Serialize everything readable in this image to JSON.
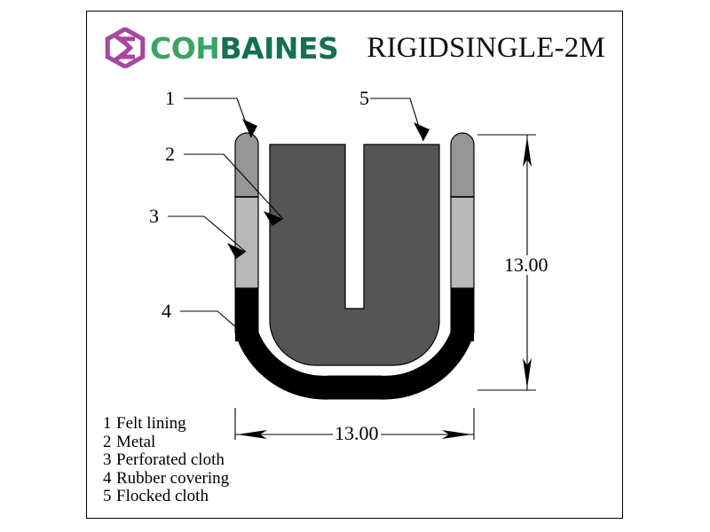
{
  "brand": {
    "mark_icon": "hexagon-interlock-logo-icon",
    "word_part1": "COH",
    "word_part2": "BAINES",
    "color_mark": "#a8479e",
    "color_part1": "#3aa563",
    "color_part2": "#14704f"
  },
  "title": "RIGIDSINGLE-2M",
  "dimensions": {
    "vertical": "13.00",
    "horizontal": "13.00"
  },
  "callouts": [
    {
      "number": "1",
      "target": "felt-lining"
    },
    {
      "number": "2",
      "target": "metal"
    },
    {
      "number": "3",
      "target": "perforated-cloth"
    },
    {
      "number": "4",
      "target": "rubber-covering"
    },
    {
      "number": "5",
      "target": "flocked-cloth"
    }
  ],
  "legend": [
    {
      "index": "1",
      "label": "Felt lining"
    },
    {
      "index": "2",
      "label": "Metal"
    },
    {
      "index": "3",
      "label": "Perforated cloth"
    },
    {
      "index": "4",
      "label": "Rubber covering"
    },
    {
      "index": "5",
      "label": "Flocked cloth"
    }
  ],
  "materials": {
    "felt_lining_color": "#969696",
    "metal_color": "#969696",
    "perforated_cloth_color": "#b8b8b8",
    "rubber_covering_color": "#000000",
    "flocked_cloth_color": "#555555",
    "outline_color": "#000000",
    "background_color": "#ffffff"
  }
}
